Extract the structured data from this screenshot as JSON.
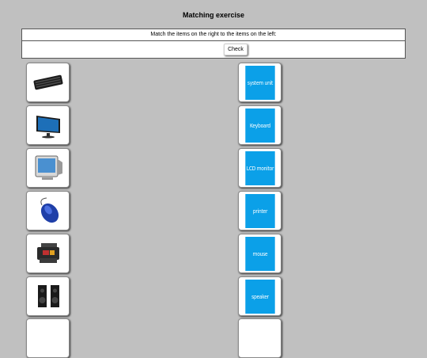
{
  "page": {
    "title": "Matching exercise",
    "instructions": "Match the items on the right to the items on the left:",
    "check_label": "Check"
  },
  "left_items": [
    {
      "icon": "keyboard-icon"
    },
    {
      "icon": "lcd-monitor-icon"
    },
    {
      "icon": "crt-monitor-icon"
    },
    {
      "icon": "mouse-icon"
    },
    {
      "icon": "printer-icon"
    },
    {
      "icon": "speakers-icon"
    }
  ],
  "right_items": [
    {
      "label": "system unit"
    },
    {
      "label": "Keyboard"
    },
    {
      "label": "LCD monitor"
    },
    {
      "label": "printer"
    },
    {
      "label": "mouse"
    },
    {
      "label": "speaker"
    }
  ],
  "colors": {
    "background": "#c0c0c0",
    "label_tile": "#0ba0e8",
    "label_text": "#ffffff"
  }
}
